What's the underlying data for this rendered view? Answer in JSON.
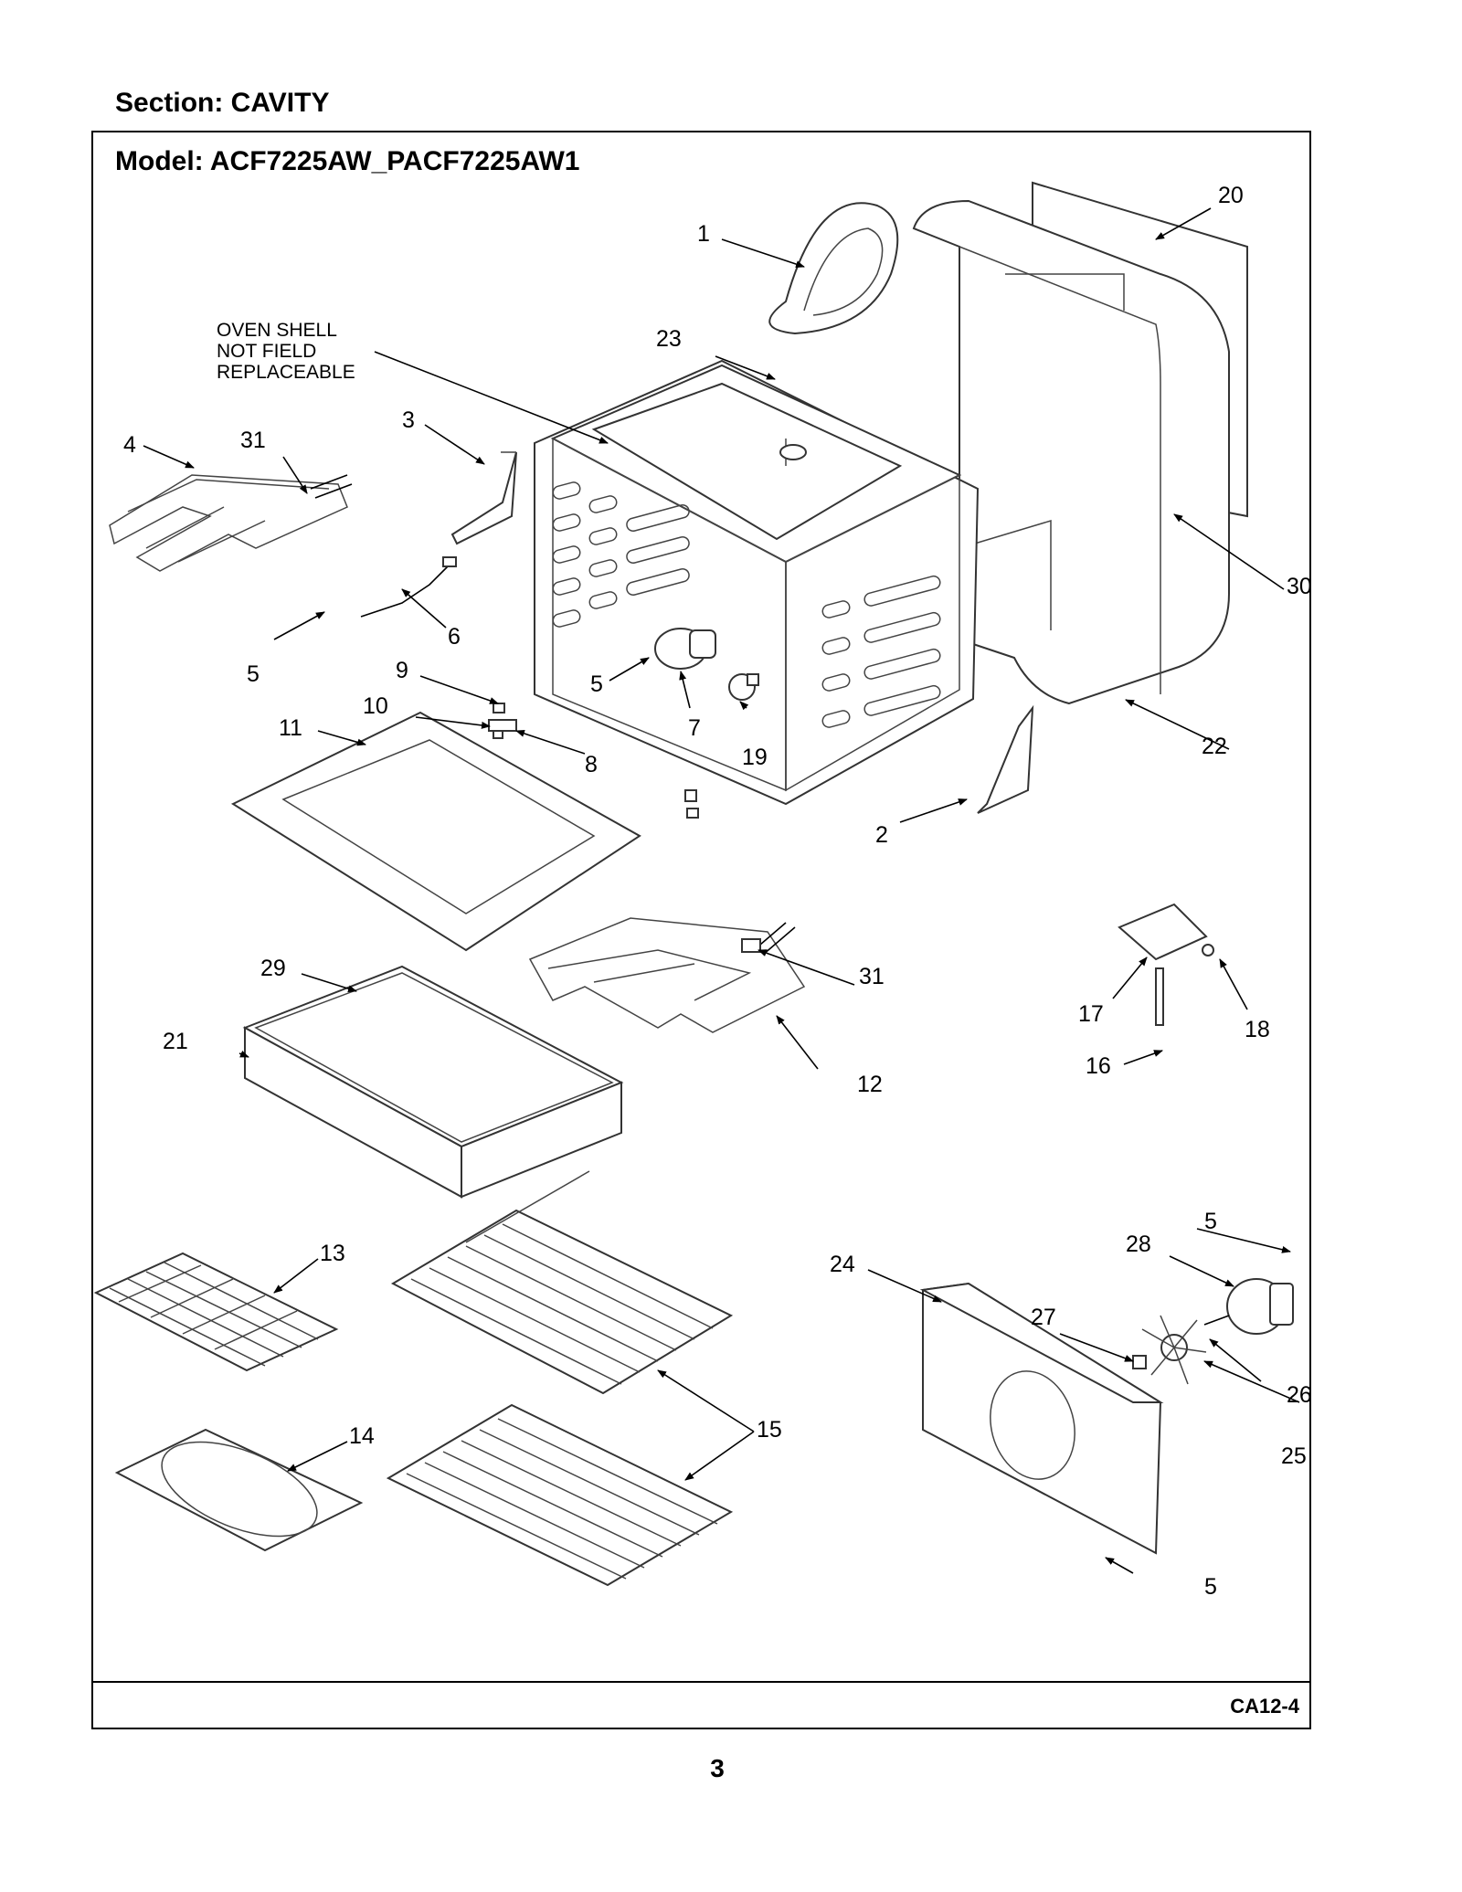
{
  "section": {
    "title": "Section:  CAVITY"
  },
  "model": {
    "title": "Model:  ACF7225AW_PACF7225AW1"
  },
  "note": {
    "lines": [
      "OVEN SHELL",
      "NOT FIELD",
      "REPLACEABLE"
    ]
  },
  "callouts": {
    "c1": "1",
    "c2": "2",
    "c3": "3",
    "c4": "4",
    "c5a": "5",
    "c5b": "5",
    "c5c": "5",
    "c5d": "5",
    "c6": "6",
    "c7": "7",
    "c8": "8",
    "c9": "9",
    "c10": "10",
    "c11": "11",
    "c12": "12",
    "c13": "13",
    "c14": "14",
    "c15": "15",
    "c16": "16",
    "c17": "17",
    "c18": "18",
    "c19": "19",
    "c20": "20",
    "c21": "21",
    "c22": "22",
    "c23": "23",
    "c24": "24",
    "c25": "25",
    "c26": "26",
    "c27": "27",
    "c28": "28",
    "c29": "29",
    "c30": "30",
    "c31a": "31",
    "c31b": "31"
  },
  "footer": {
    "code": "CA12-4",
    "page": "3"
  }
}
